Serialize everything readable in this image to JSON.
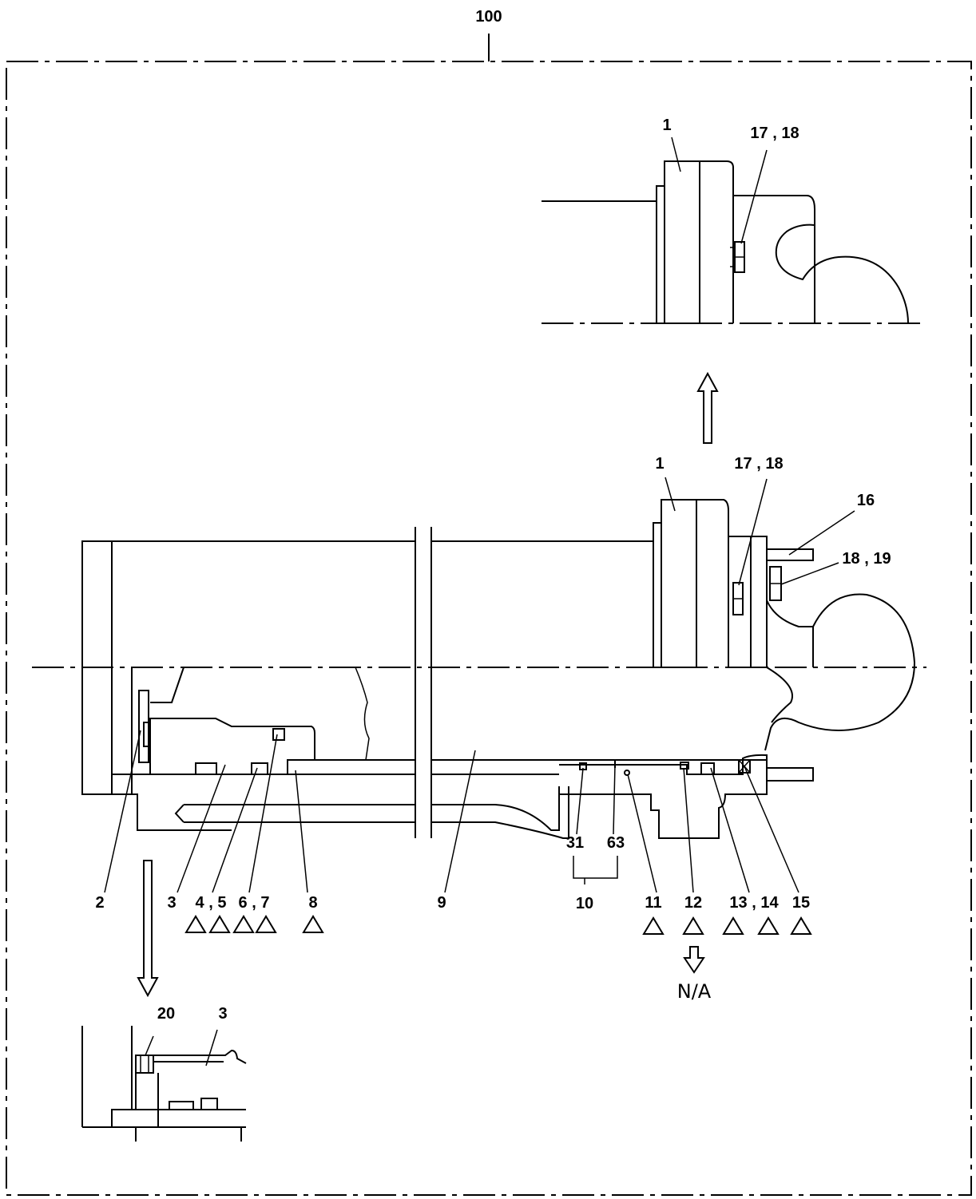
{
  "labels": {
    "assembly": "100",
    "detail_top": {
      "l1": "1",
      "l17_18": "17 , 18"
    },
    "main": {
      "l1": "1",
      "l17_18": "17 , 18",
      "l16": "16",
      "l18_19": "18 , 19",
      "l2": "2",
      "l3": "3",
      "l4_5": "4 , 5",
      "l6_7": "6 , 7",
      "l8": "8",
      "l9": "9",
      "l31": "31",
      "l63": "63",
      "l10": "10",
      "l11": "11",
      "l12": "12",
      "l13_14": "13 , 14",
      "l15": "15"
    },
    "na": "N/A",
    "detail_bottom": {
      "l20": "20",
      "l3": "3"
    }
  },
  "icons": [
    "arrow-up-icon",
    "arrow-down-icon",
    "triangle-icon"
  ]
}
